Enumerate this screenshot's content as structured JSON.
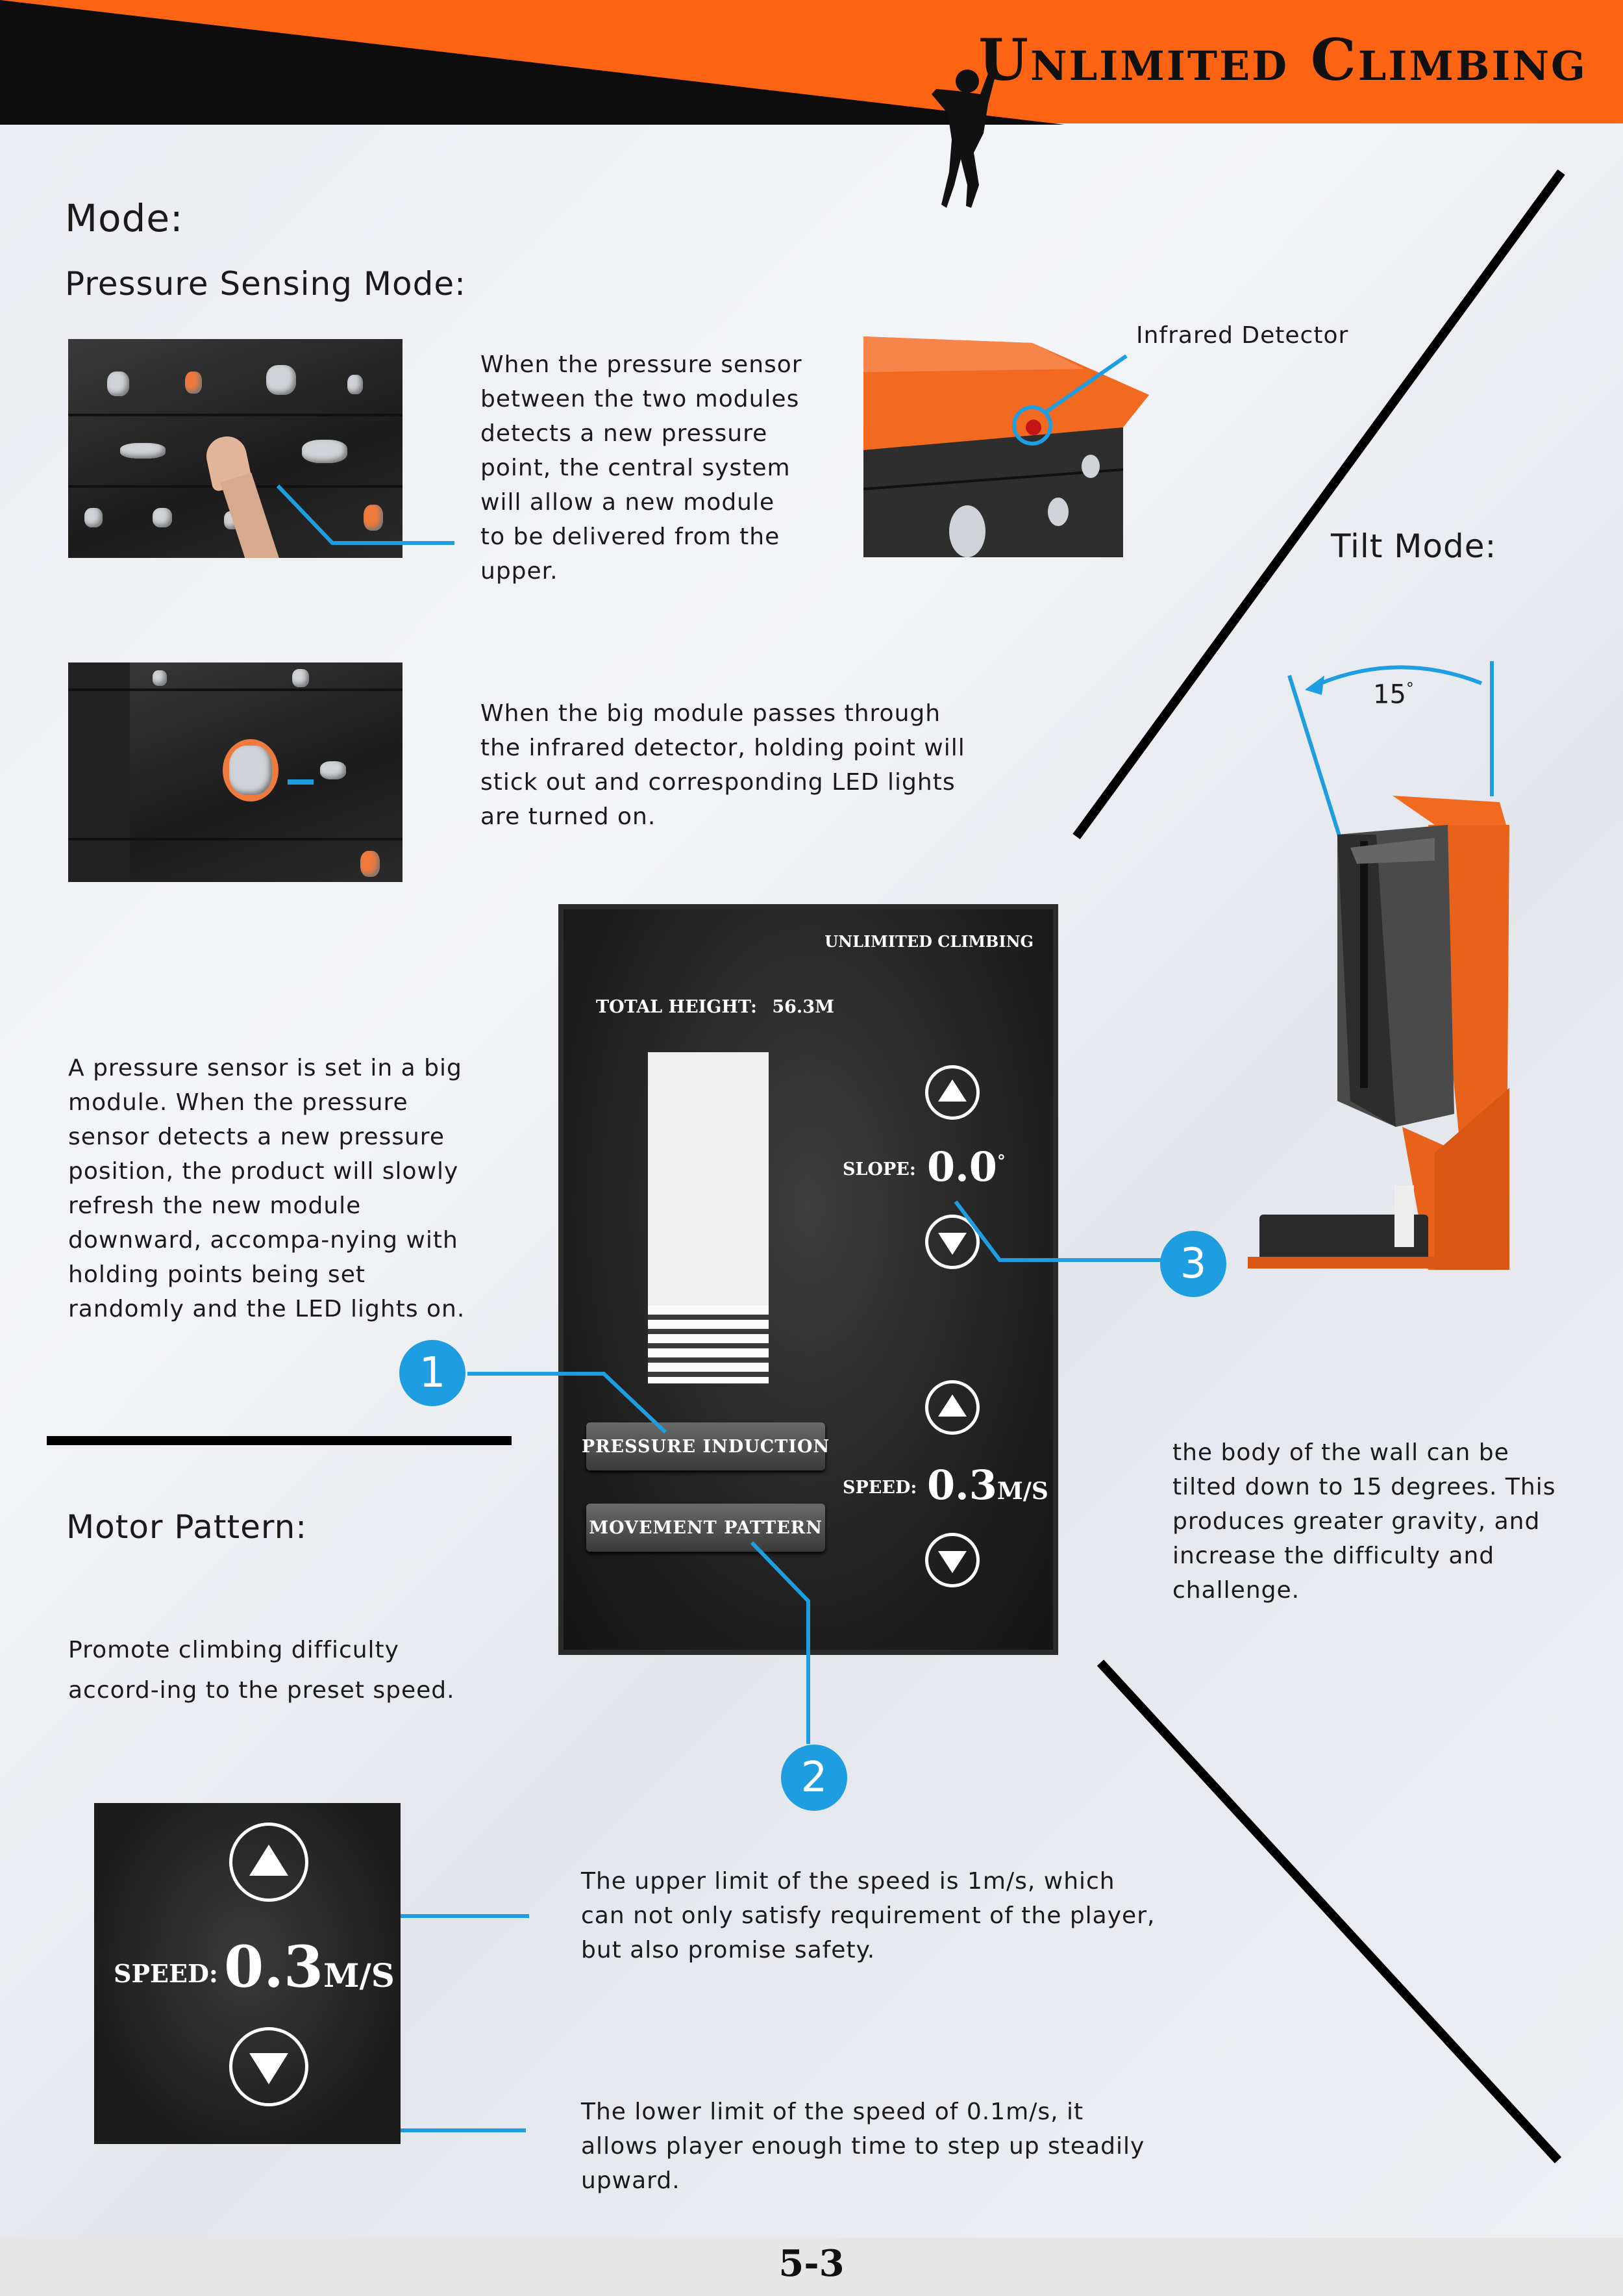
{
  "header": {
    "brand": "Unlimited Climbing",
    "accent_color": "#fc6414",
    "dark_color": "#0d0d0d"
  },
  "mode": {
    "title": "Mode:",
    "pressure_title": "Pressure Sensing Mode:",
    "para1": "When the pressure sensor between the two modules detects a new pressure point, the central system will allow a new module to be delivered from the upper.",
    "infrared_label": "Infrared Detector",
    "para2": "When the big module passes through the infrared detector, holding point will stick out and corresponding LED lights are turned on.",
    "para3": "A pressure sensor is set in a big module. When the pressure sensor detects a new pressure position, the product will slowly refresh the new module downward, accompa-nying with holding points being set randomly and the LED lights on."
  },
  "tilt": {
    "title": "Tilt Mode:",
    "angle": "15",
    "degree_symbol": "°",
    "para": "the body of the wall can be tilted down to 15 degrees. This produces greater gravity, and increase the difficulty and challenge."
  },
  "screen": {
    "brand": "UNLIMITED CLIMBING",
    "total_height_label": "TOTAL HEIGHT:",
    "total_height_value": "56.3M",
    "slope_label": "SLOPE:",
    "slope_value": "0.0",
    "slope_unit": "°",
    "speed_label": "SPEED:",
    "speed_value": "0.3",
    "speed_unit": "M/S",
    "pressure_button": "PRESSURE INDUCTION",
    "movement_button": "MOVEMENT PATTERN"
  },
  "badges": {
    "one": "1",
    "two": "2",
    "three": "3",
    "color": "#1e9de0"
  },
  "motor": {
    "title": "Motor Pattern:",
    "para": "Promote climbing difficulty accord-ing to the preset speed.",
    "speed_label": "SPEED:",
    "speed_value": "0.3",
    "speed_unit": "M/S",
    "upper_text": "The upper limit of the speed is 1m/s, which can not only satisfy requirement of the player, but also promise safety.",
    "lower_text": "The lower limit of the speed of 0.1m/s, it allows player enough time to step up steadily upward."
  },
  "footer": {
    "page_number": "5-3"
  }
}
